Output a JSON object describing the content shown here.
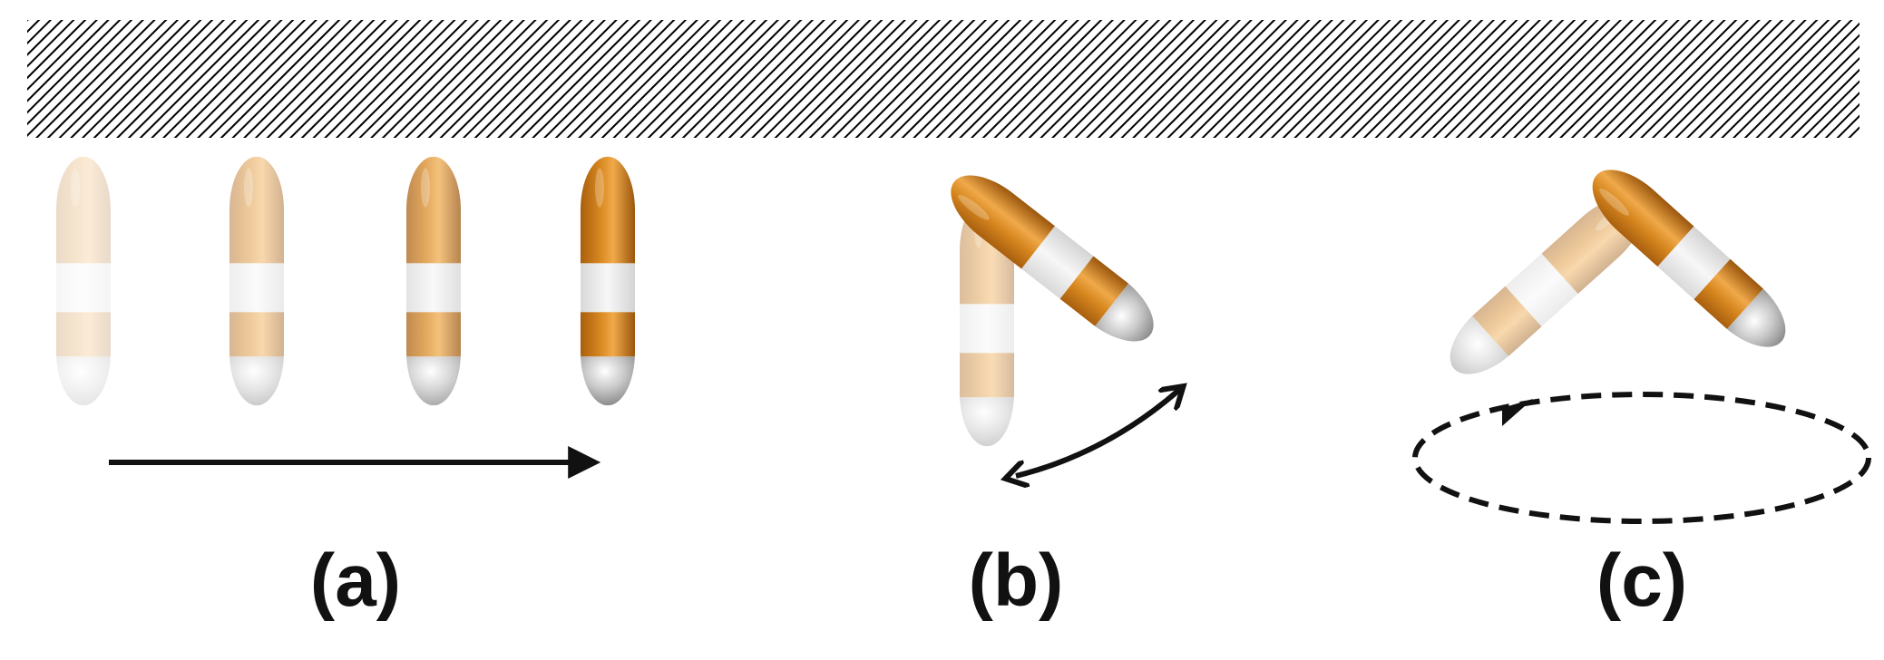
{
  "figure": {
    "panels": [
      {
        "id": "a",
        "label": "(a)",
        "motion": "translation"
      },
      {
        "id": "b",
        "label": "(b)",
        "motion": "rocking"
      },
      {
        "id": "c",
        "label": "(c)",
        "motion": "rotation"
      }
    ],
    "surface": {
      "pattern": "diagonal-hatch"
    },
    "capsule_colors": {
      "shell": "#c4751a",
      "shell_light": "#e8a24a",
      "band": "#e9e9e9",
      "tip": "#cfcfcf"
    },
    "translation_fade_levels": [
      0.22,
      0.45,
      0.72,
      1.0
    ],
    "arrow_color": "#111111"
  }
}
